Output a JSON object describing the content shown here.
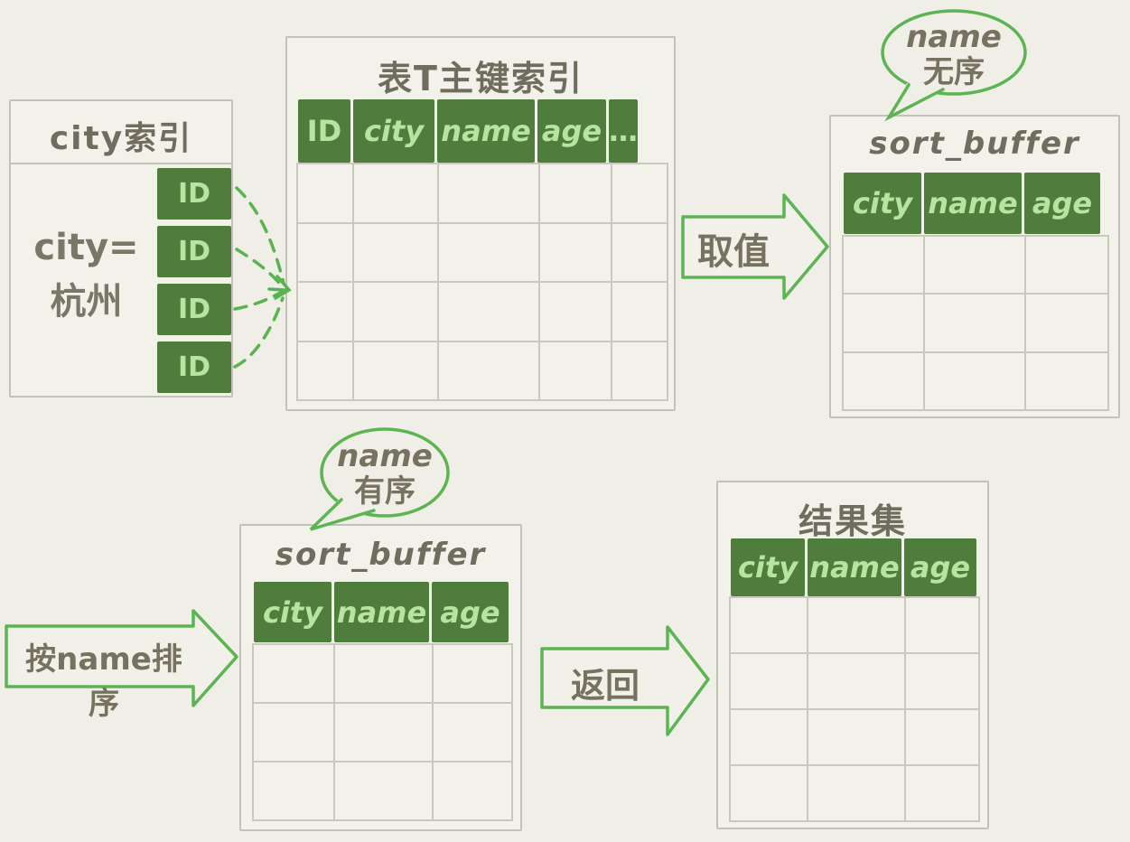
{
  "palette": {
    "background": "#efeee7",
    "table_fill": "#f2f1ea",
    "border_gray": "#c3c1b8",
    "header_green": "#4e7d3c",
    "header_text_green": "#b9e3a0",
    "line_green": "#57b44e",
    "ink": "#76725f"
  },
  "city_index": {
    "title": "city索引",
    "condition_line1": "city=",
    "condition_line2": "杭州",
    "id_cells": [
      "ID",
      "ID",
      "ID",
      "ID"
    ]
  },
  "primary_index": {
    "title": "表T主键索引",
    "headers": [
      "ID",
      "city",
      "name",
      "age",
      "…"
    ],
    "empty_rows": 4
  },
  "sort_buffer_top": {
    "bubble_line1": "name",
    "bubble_line2": "无序",
    "title": "sort_buffer",
    "headers": [
      "city",
      "name",
      "age"
    ],
    "empty_rows": 3
  },
  "sort_buffer_bottom": {
    "bubble_line1": "name",
    "bubble_line2": "有序",
    "title": "sort_buffer",
    "headers": [
      "city",
      "name",
      "age"
    ],
    "empty_rows": 3
  },
  "result_set": {
    "title": "结果集",
    "headers": [
      "city",
      "name",
      "age"
    ],
    "empty_rows": 4
  },
  "arrows": {
    "fetch": "取值",
    "sort": "按name排序",
    "return": "返回"
  }
}
